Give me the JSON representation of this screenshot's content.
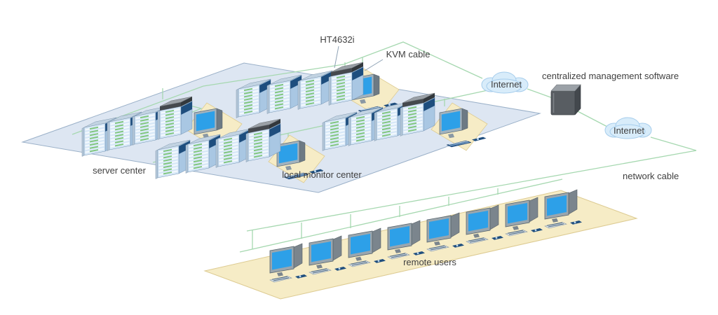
{
  "diagram": {
    "description": "KVM over IP network topology diagram",
    "labels": {
      "device_model": "HT4632i",
      "kvm_cable": "KVM cable",
      "internet_top": "Internet",
      "internet_bottom": "Internet",
      "management_software": "centralized management software",
      "server_center": "server center",
      "local_monitor_center": "local monitor center",
      "network_cable": "network cable",
      "remote_users": "remote users"
    },
    "areas": {
      "server_center": {
        "label": "server center",
        "rack_groups": 4,
        "racks_per_group": 4,
        "kvm_switches": 4
      },
      "local_monitor_center": {
        "label": "local monitor center",
        "consoles": 4
      },
      "remote_users": {
        "label": "remote users",
        "computers": 8
      },
      "internet_clouds": 2,
      "management_servers": 1
    },
    "icons": {
      "server_rack": "server-rack-icon",
      "kvm_switch": "kvm-switch-icon",
      "console": "console-monitor-icon",
      "computer": "desktop-computer-icon",
      "cloud": "internet-cloud-icon",
      "management_server": "management-server-icon"
    },
    "colors": {
      "cable_green": "#a6d8b0",
      "floor_blue": "#dde6f2",
      "floor_blue_border": "#9ab0c8",
      "floor_yellow": "#f6ecc6",
      "floor_yellow_border": "#ddcb92",
      "screen_blue": "#2da0e8",
      "rack_front": "#d6e7f7",
      "rack_side": "#a9c7e3",
      "rack_accent_navy": "#1e4e7e",
      "rack_led_green": "#7cc47c",
      "cloud_fill": "#d8ecfa",
      "cloud_border": "#a6cdec",
      "management_box": "#585d62",
      "label_text": "#404040"
    }
  }
}
